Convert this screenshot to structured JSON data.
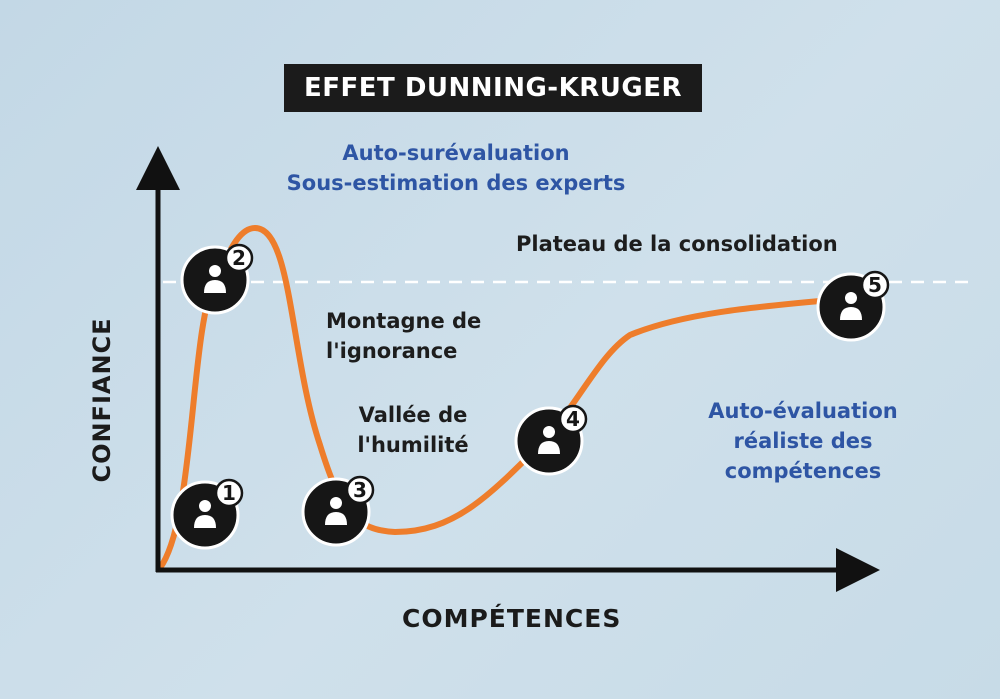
{
  "title": "EFFET DUNNING-KRUGER",
  "axes": {
    "x_label": "COMPÉTENCES",
    "y_label": "CONFIANCE"
  },
  "annotations": {
    "peak_line1": "Auto-surévaluation",
    "peak_line2": "Sous-estimation des experts",
    "plateau": "Plateau de la consolidation",
    "mountain_line1": "Montagne de",
    "mountain_line2": "l'ignorance",
    "valley_line1": "Vallée de",
    "valley_line2": "l'humilité",
    "realistic_line1": "Auto-évaluation",
    "realistic_line2": "réaliste des",
    "realistic_line3": "compétences"
  },
  "stages": [
    {
      "number": "1"
    },
    {
      "number": "2"
    },
    {
      "number": "3"
    },
    {
      "number": "4"
    },
    {
      "number": "5"
    }
  ],
  "colors": {
    "curve": "#ee7d2b",
    "axes": "#111111",
    "title_bg": "#1b1b1b",
    "blue_text": "#2e55a4",
    "dashed_line": "#ffffff"
  },
  "icon": "person-icon"
}
